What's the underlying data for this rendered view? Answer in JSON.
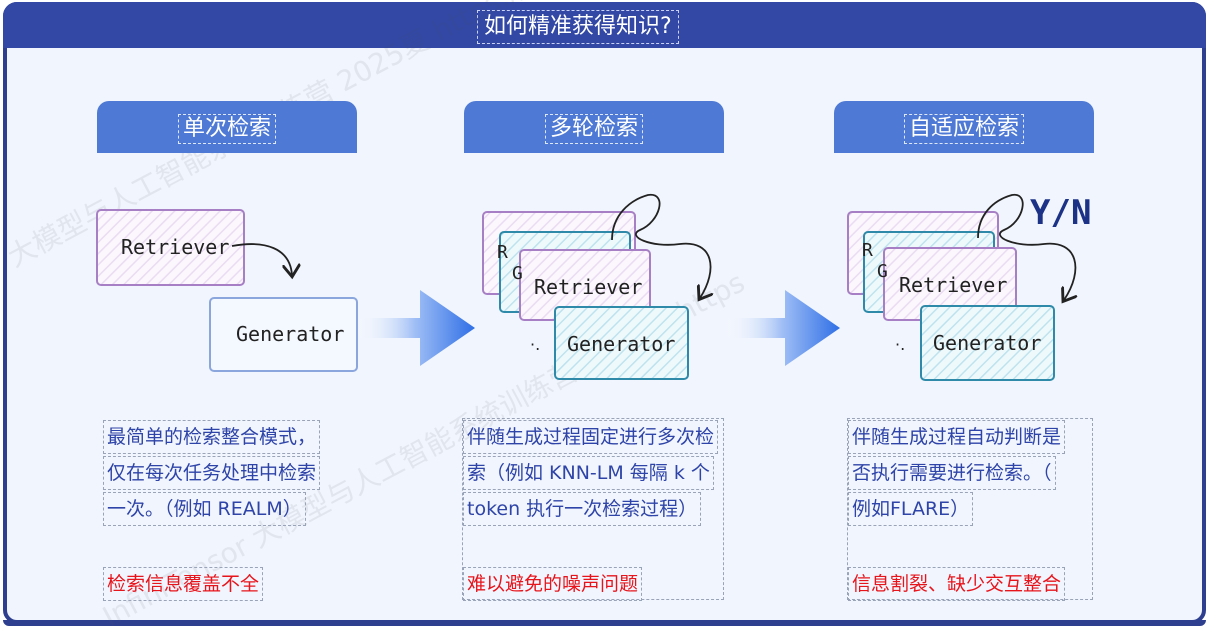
{
  "title": "如何精准获得知识?",
  "columns": [
    {
      "heading": "单次检索",
      "desc": [
        "最简单的检索整合模式，",
        "仅在每次任务处理中检索",
        "一次。（例如 REALM）"
      ],
      "warning": "检索信息覆盖不全",
      "nodes": {
        "retriever": "Retriever",
        "generator": "Generator"
      }
    },
    {
      "heading": "多轮检索",
      "desc": [
        "伴随生成过程固定进行多次检",
        "索（例如  KNN-LM  每隔  k  个",
        "token 执行一次检索过程）"
      ],
      "warning": "难以避免的噪声问题",
      "nodes": {
        "retriever": "Retriever",
        "generator": "Generator",
        "partial_r": "R",
        "partial_g": "G",
        "dots": "·."
      }
    },
    {
      "heading": "自适应检索",
      "desc": [
        "伴随生成过程自动判断是",
        "否执行需要进行检索。（",
        "例如FLARE）"
      ],
      "warning": "信息割裂、缺少交互整合",
      "nodes": {
        "retriever": "Retriever",
        "generator": "Generator",
        "partial_r": "R",
        "partial_g": "G",
        "dots": "·.",
        "decision": "Y/N"
      }
    }
  ],
  "watermarks": [
    "大模型与人工智能系统训练营 2025夏 https://beta.infinitensor.com/camp",
    "InfiniTensor 大模型与人工智能系统训练营 2025夏 https"
  ],
  "colors": {
    "frame": "#2f3f8f",
    "title_bar": "#3248a4",
    "heading_bg": "#4e79d4",
    "desc_text": "#2e44a8",
    "warn_text": "#e8141c",
    "retriever_border": "#a77fc4",
    "generator_border_single": "#8aa6dc",
    "generator_border_multi": "#2e8aa8",
    "arrow_gradient_end": "#2f6fe6"
  }
}
